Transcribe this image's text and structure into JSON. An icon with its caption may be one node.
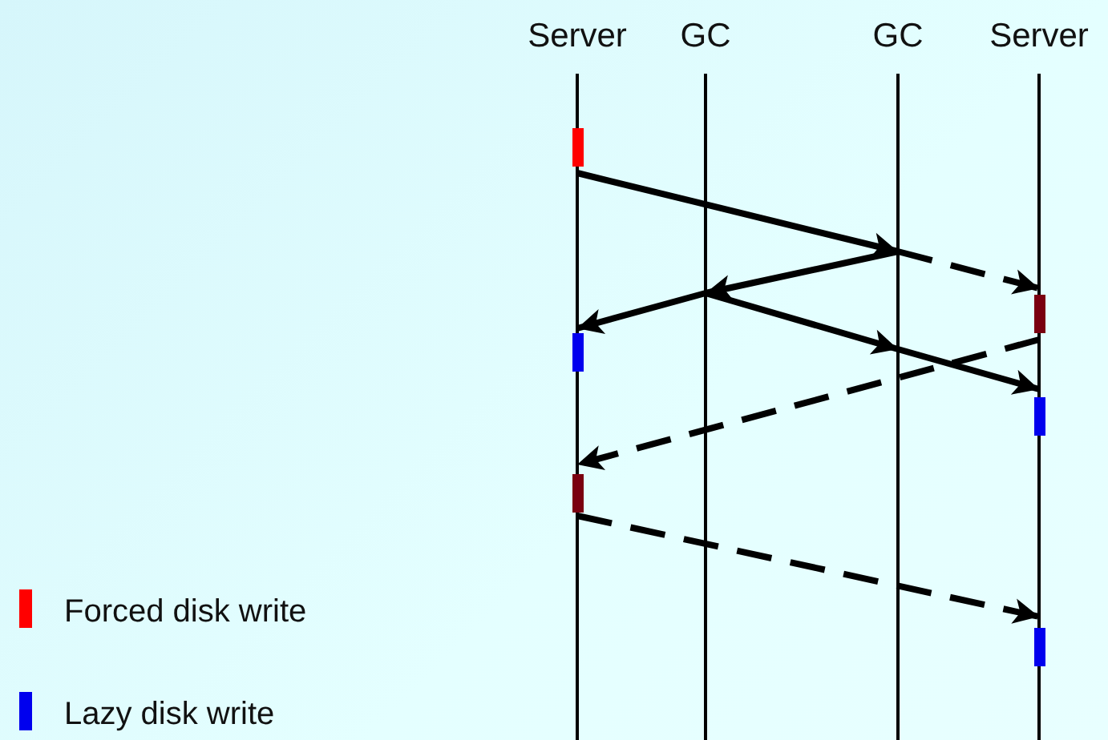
{
  "diagram": {
    "nodes": [
      {
        "text": [
          "Server"
        ]
      },
      {
        "text": [
          "GC"
        ]
      },
      {
        "text": [
          "GC"
        ]
      },
      {
        "text": [
          "Server"
        ]
      }
    ],
    "edges": [
      {
        "from": 0,
        "to": 2,
        "arrow": "to"
      },
      {
        "from": 2,
        "to": 3,
        "arrow": "to",
        "style": "dashed"
      },
      {
        "from": 2,
        "to": 1,
        "arrow": "to"
      },
      {
        "from": 1,
        "to": 0,
        "arrow": "to"
      },
      {
        "from": 1,
        "to": 2,
        "arrow": "to"
      },
      {
        "from": 2,
        "to": 3,
        "arrow": "to"
      },
      {
        "from": 3,
        "to": 0,
        "arrow": "to",
        "style": "dashed"
      },
      {
        "from": 0,
        "to": 3,
        "arrow": "to",
        "style": "dashed"
      }
    ],
    "legend": [
      {
        "text": "Forced disk write",
        "color": "#ff0000"
      },
      {
        "text": "Lazy disk write",
        "color": "#0000ee"
      }
    ]
  }
}
